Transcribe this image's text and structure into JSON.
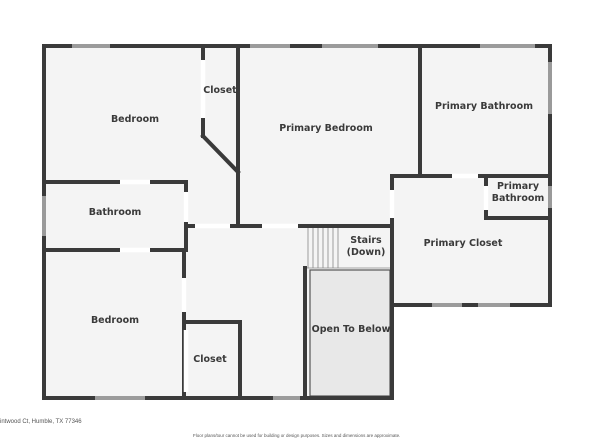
{
  "colors": {
    "wall": "#3a3a3a",
    "floor": "#f4f4f4",
    "opening": "#ffffff",
    "window": "#cfcfcf",
    "open_below": "#e8e8e8",
    "background": "#ffffff"
  },
  "rooms": {
    "bedroom_top": "Bedroom",
    "closet_top": "Closet",
    "primary_bedroom": "Primary Bedroom",
    "primary_bathroom": "Primary Bathroom",
    "primary_bathroom_small_1": "Primary",
    "primary_bathroom_small_2": "Bathroom",
    "bathroom": "Bathroom",
    "stairs_1": "Stairs",
    "stairs_2": "(Down)",
    "primary_closet": "Primary Closet",
    "bedroom_bottom": "Bedroom",
    "open_to_below": "Open To Below",
    "closet_bottom": "Closet"
  },
  "footer": {
    "address": "intwood Ct, Humble, TX 77346",
    "disclaimer": "Floor plans/tour cannot be used for building or design purposes. Sizes and dimensions are approximate."
  }
}
